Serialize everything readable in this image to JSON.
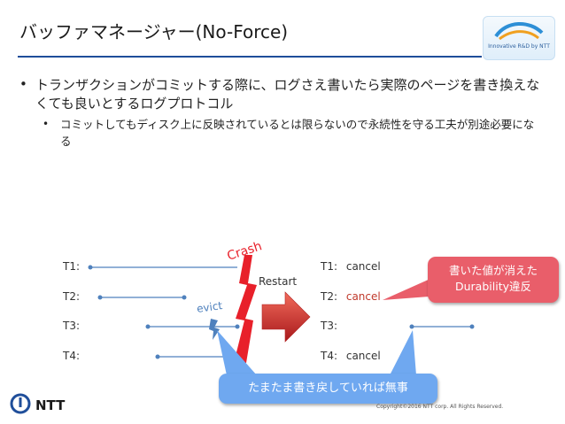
{
  "slide": {
    "title": "バッファマネージャー(No-Force)",
    "bullet_main": "トランザクションがコミットする際に、ログさえ書いたら実際のページを書き換えなくても良いとするログプロトコル",
    "bullet_sub": "コミットしてもディスク上に反映されているとは限らないので永続性を守る工夫が別途必要になる"
  },
  "logo": {
    "caption": "Innovative R&D by NTT"
  },
  "diagram": {
    "left_labels": [
      "T1:",
      "T2:",
      "T3:",
      "T4:"
    ],
    "crash_label": "Crash",
    "evict_label": "evict",
    "restart_label": "Restart",
    "right_labels": [
      "T1:",
      "T2:",
      "T3:",
      "T4:"
    ],
    "right_status": [
      "cancel",
      "cancel",
      "",
      "cancel"
    ]
  },
  "callouts": {
    "red_line1": "書いた値が消えた",
    "red_line2": "Durability違反",
    "blue": "たまたま書き戻していれば無事"
  },
  "footer": {
    "brand": "NTT",
    "copyright": "Copyright©2016  NTT corp. All Rights Reserved."
  },
  "colors": {
    "accent": "#1f4e9a",
    "timeline": "#4f81bd",
    "crash": "#e8202a",
    "callout_red": "#e95e6a",
    "callout_blue": "#6fa8f0"
  }
}
